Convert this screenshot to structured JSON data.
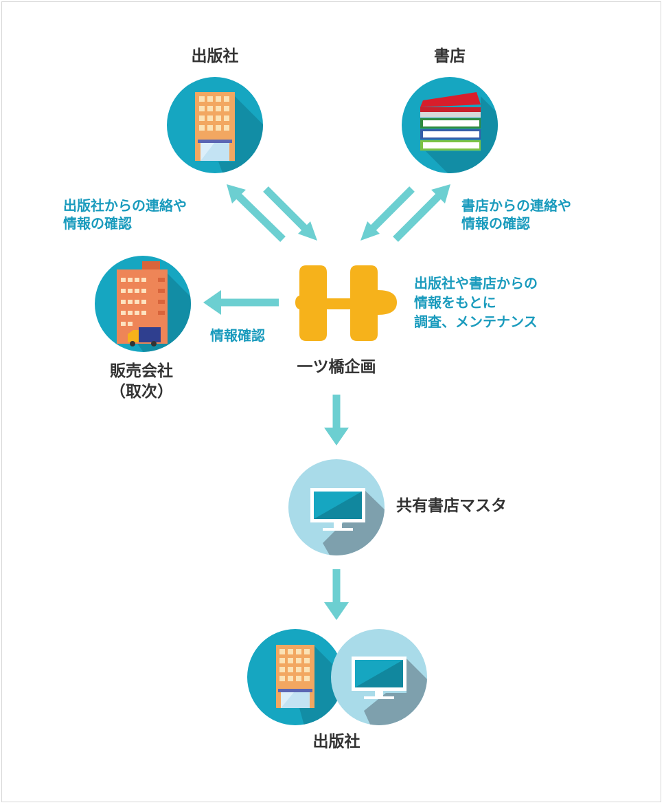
{
  "colors": {
    "teal": "#16a6c1",
    "teal_dark": "#11879e",
    "light_blue": "#a9dbe9",
    "arrow": "#6ccfd1",
    "logo": "#f6b21b",
    "text_dark": "#333333",
    "text_teal": "#1a9bbd"
  },
  "nodes": {
    "publisher_top": {
      "label": "出版社",
      "icon": "office-building-icon"
    },
    "bookstore": {
      "label": "書店",
      "icon": "book-stack-icon"
    },
    "distributor": {
      "label": "販売会社\n（取次）",
      "icon": "building-with-truck-icon"
    },
    "hitotsubashi": {
      "label": "一ツ橋企画",
      "icon": "hitotsubashi-logo-icon"
    },
    "master": {
      "label": "共有書店マスタ",
      "icon": "monitor-icon"
    },
    "publisher_bottom": {
      "label": "出版社",
      "icons": [
        "office-building-icon",
        "monitor-icon"
      ]
    }
  },
  "annotations": {
    "from_publisher": "出版社からの連絡や\n情報の確認",
    "from_bookstore": "書店からの連絡や\n情報の確認",
    "maintenance": "出版社や書店からの\n情報をもとに\n調査、メンテナンス",
    "info_check": "情報確認"
  }
}
